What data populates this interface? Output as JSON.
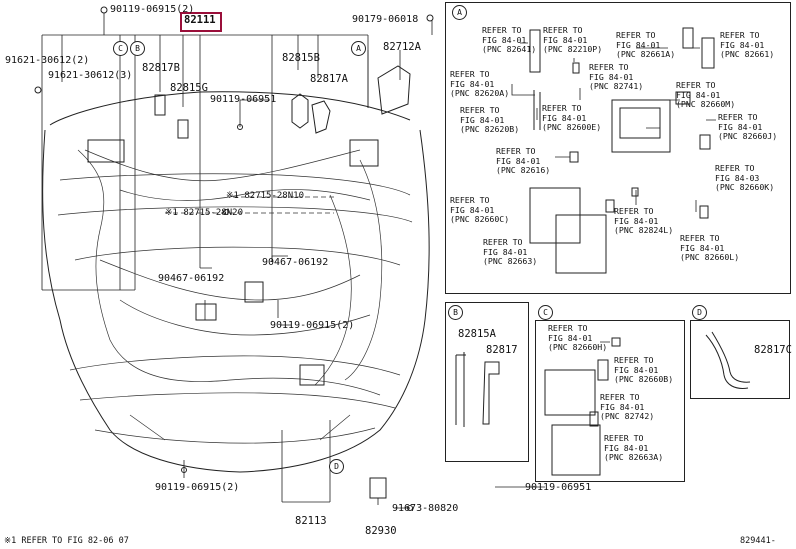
{
  "main": {
    "part_main": "82111",
    "labels": {
      "bolt_top": "90119-06915(2)",
      "bolt_top_right": "90179-06018",
      "clip_left_1": "91621-30612(2)",
      "clip_left_2": "91621-30612(3)",
      "p82817b": "82817B",
      "p82815g": "82815G",
      "bolt_mid": "90119-06951",
      "p82815b": "82815B",
      "p82817a": "82817A",
      "p82712a": "82712A",
      "note1": "※1 82715-28N10",
      "note2": "※1 82715-28N20",
      "clamp_left": "90467-06192",
      "clamp_right": "90467-06192",
      "bolt_right": "90119-06915(2)",
      "bolt_bottom": "90119-06915(2)",
      "p82113": "82113",
      "bolt_bottom_right": "91673-80820",
      "p82930": "82930",
      "footnote": "※1 REFER TO FIG 82-06 07",
      "code": "829441-"
    },
    "callouts": [
      "C",
      "B",
      "A",
      "D"
    ]
  },
  "panel_a": {
    "id": "A",
    "refs": [
      "REFER TO\nFIG 84-01\n(PNC 82641)",
      "REFER TO\nFIG 84-01\n(PNC 82210P)",
      "REFER TO\nFIG 84-01\n(PNC 82661A)",
      "REFER TO\nFIG 84-01\n(PNC 82661)",
      "REFER TO\nFIG 84-01\n(PNC 82741)",
      "REFER TO\nFIG 84-01\n(PNC 82620A)",
      "REFER TO\nFIG 84-01\n(PNC 82660M)",
      "REFER TO\nFIG 84-01\n(PNC 82620B)",
      "REFER TO\nFIG 84-01\n(PNC 82600E)",
      "REFER TO\nFIG 84-01\n(PNC 82660J)",
      "REFER TO\nFIG 84-01\n(PNC 82616)",
      "REFER TO\nFIG 84-03\n(PNC 82660K)",
      "REFER TO\nFIG 84-01\n(PNC 82660C)",
      "REFER TO\nFIG 84-01\n(PNC 82824L)",
      "REFER TO\nFIG 84-01\n(PNC 82663)",
      "REFER TO\nFIG 84-01\n(PNC 82660L)"
    ]
  },
  "panel_b": {
    "id": "B",
    "p1": "82815A",
    "p2": "82817"
  },
  "panel_c": {
    "id": "C",
    "refs": [
      "REFER TO\nFIG 84-01\n(PNC 82660H)",
      "REFER TO\nFIG 84-01\n(PNC 82660B)",
      "REFER TO\nFIG 84-01\n(PNC 82742)",
      "REFER TO\nFIG 84-01\n(PNC 82663A)"
    ],
    "bolt": "90119-06951"
  },
  "panel_d": {
    "id": "D",
    "p1": "82817C"
  }
}
